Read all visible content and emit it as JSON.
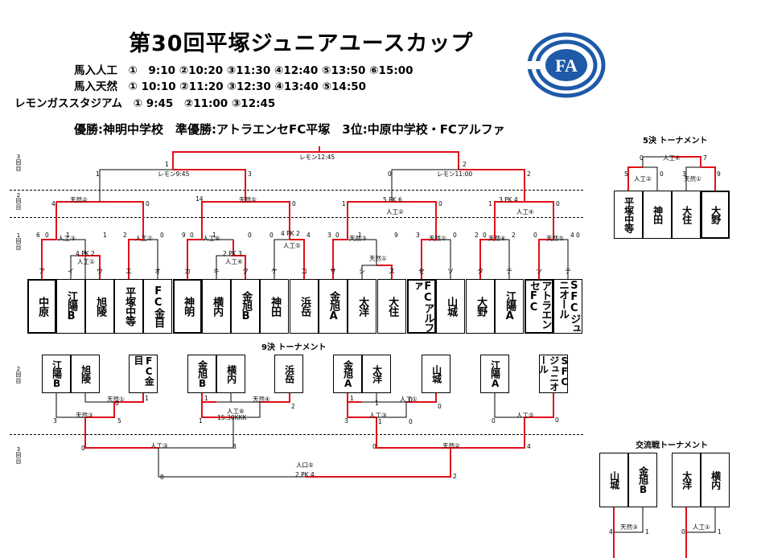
{
  "title": "第30回平塚ジュニアユースカップ",
  "schedules": [
    {
      "venue": "馬入人工",
      "times": "①　9:10 ②10:20 ③11:30 ④12:40 ⑤13:50 ⑥15:00"
    },
    {
      "venue": "馬入天然",
      "times": "① 10:10 ②11:20 ③12:30 ④13:40 ⑤14:50"
    },
    {
      "venue": "レモンガススタジアム",
      "times": "① 9:45　②11:00 ③12:45"
    }
  ],
  "results": "優勝:神明中学校　準優勝:アトラエンセFC平塚　3位:中原中学校・FCアルファ",
  "logo_text": "FA",
  "rounds": {
    "r3": "3回目",
    "r2": "2回目",
    "r1": "1回目"
  },
  "sections": {
    "nine": "9決 トーナメント",
    "five": "5決 トーナメント",
    "exchange": "交流戦トーナメント"
  },
  "main_teams": [
    {
      "kana": "ア",
      "name": "中原"
    },
    {
      "kana": "イ",
      "name": "江陽B"
    },
    {
      "kana": "ウ",
      "name": "旭陵"
    },
    {
      "kana": "エ",
      "name": "平塚中等"
    },
    {
      "kana": "オ",
      "name": "FC金目"
    },
    {
      "kana": "カ",
      "name": "神明"
    },
    {
      "kana": "キ",
      "name": "横内"
    },
    {
      "kana": "ク",
      "name": "金旭B"
    },
    {
      "kana": "ケ",
      "name": "神田"
    },
    {
      "kana": "コ",
      "name": "浜岳"
    },
    {
      "kana": "サ",
      "name": "金旭A"
    },
    {
      "kana": "シ",
      "name": "太洋"
    },
    {
      "kana": "ス",
      "name": "大住"
    },
    {
      "kana": "セ",
      "name": "FCアルファ"
    },
    {
      "kana": "ソ",
      "name": "山城"
    },
    {
      "kana": "タ",
      "name": "大野"
    },
    {
      "kana": "チ",
      "name": "江陽A"
    },
    {
      "kana": "ツ",
      "name": "アトラエンセFC"
    },
    {
      "kana": "テ",
      "name": "SFCジュニオール"
    }
  ],
  "nine_teams": [
    "江陽B",
    "旭陵",
    "FC金目",
    "金旭B",
    "横内",
    "浜岳",
    "金旭A",
    "太洋",
    "山城",
    "江陽A",
    "SFCジュニオール"
  ],
  "five_teams": [
    "平塚中等",
    "神田",
    "大住",
    "大野"
  ],
  "exchange_teams": [
    "山城",
    "金旭B",
    "太洋",
    "横内"
  ],
  "labels": {
    "final": "レモン12:45",
    "sf_left": "レモン9:45",
    "sf_right": "レモン11:00",
    "qf1": "天然②",
    "qf2": "天然⑤",
    "qf3": "5 PK 6",
    "qf3b": "人工②",
    "qf4": "3 PK 4",
    "qf4b": "人工④",
    "r1a": "人工③",
    "r1b": "4 PK 2",
    "r1b2": "人工①",
    "r1c": "人工②",
    "r1d": "人工⑥",
    "r1e": "2 PK 3",
    "r1e2": "人工④",
    "r1f": "4 PK 2",
    "r1f2": "人工⑤",
    "r1g": "天然③",
    "r1h": "天然①",
    "r1i": "天然②",
    "r1j": "天然④",
    "r1k": "天然⑤",
    "n9a": "天然①",
    "n9b": "天然③",
    "n9c": "天然④",
    "n9d": "人工⑥",
    "n9d2": "15:30KKK",
    "n9e": "人工①",
    "n9f": "人工③",
    "n9g": "人工⑤",
    "n9h": "人工③",
    "n9i": "天然②",
    "n9j": "人口⑤",
    "n9j2": "2 PK 4",
    "f5a": "人工④",
    "f5b": "人工②",
    "f5c": "天然①",
    "exa": "天然③",
    "exb": "人工①"
  },
  "scores": {
    "final": [
      "1",
      "2"
    ],
    "sfL": [
      "1",
      "3"
    ],
    "sfR": [
      "0",
      "2"
    ],
    "qf1": [
      "4",
      "0"
    ],
    "qf2": [
      "14",
      "0"
    ],
    "qf3": [
      "1",
      "0"
    ],
    "qf4": [
      "1",
      "0"
    ],
    "r1": [
      "6",
      "0",
      "1",
      "1",
      "2",
      "0",
      "9",
      "0",
      "1",
      "0",
      "0",
      "4",
      "3",
      "0",
      "1",
      "9",
      "3",
      "0",
      "2",
      "0",
      "2",
      "0",
      "4",
      "0"
    ],
    "nine": [
      "1",
      "0",
      "3",
      "5",
      "1",
      "2",
      "1",
      "8",
      "1",
      "0",
      "0",
      "3",
      "1",
      "0",
      "0",
      "0",
      "0",
      "8",
      "0",
      "4",
      "2",
      "1",
      "0"
    ],
    "five": [
      "0",
      "7",
      "5",
      "0",
      "3",
      "9"
    ],
    "exchange": [
      "4",
      "1",
      "0",
      "1"
    ]
  }
}
